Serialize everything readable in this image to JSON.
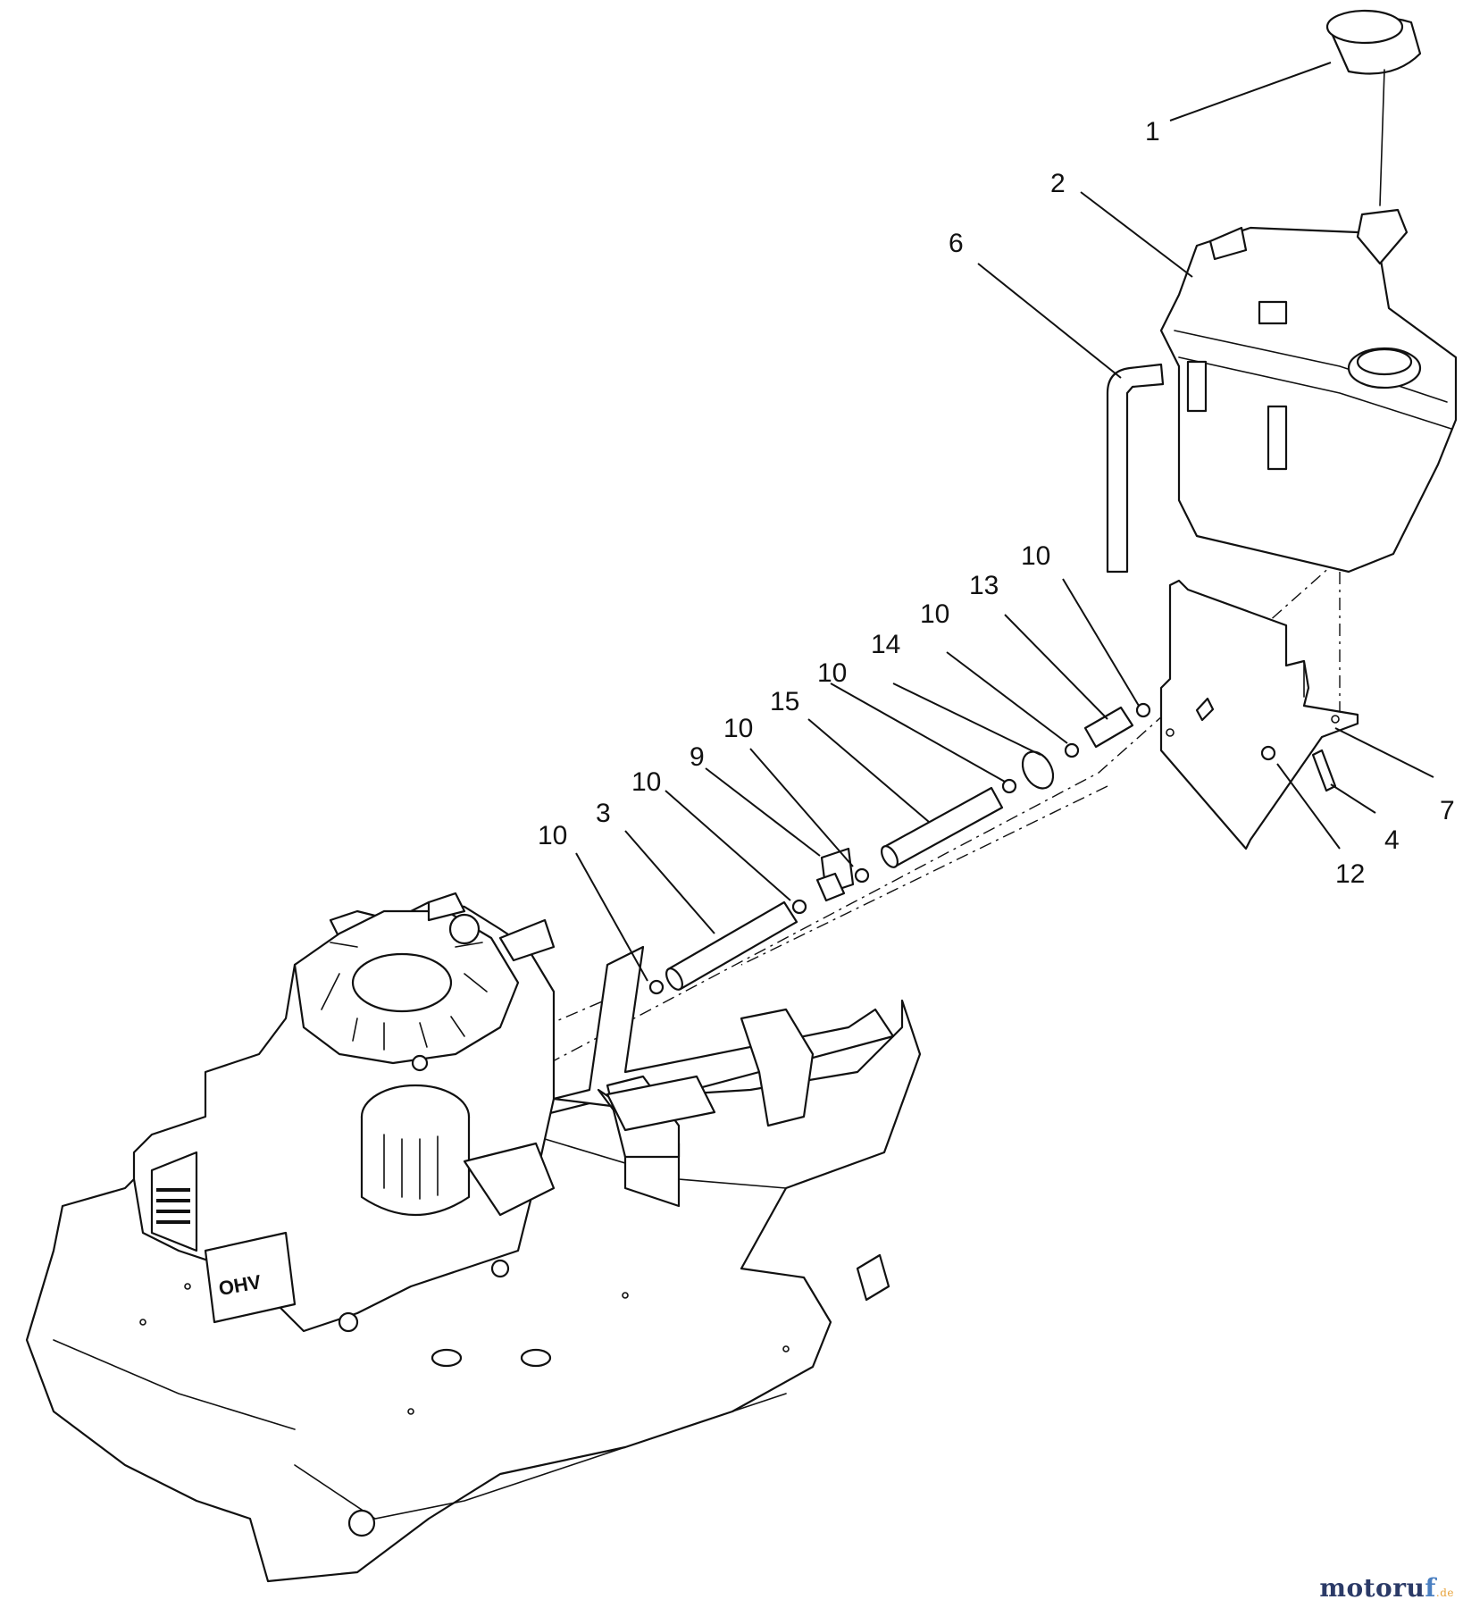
{
  "colors": {
    "line": "#111111",
    "background": "#ffffff",
    "watermark_dark": "#2b3a67",
    "watermark_accent": "#4a7fc1",
    "watermark_mark": "#e8a33a"
  },
  "callouts": [
    {
      "id": "c1",
      "label": "1"
    },
    {
      "id": "c2",
      "label": "2"
    },
    {
      "id": "c6",
      "label": "6"
    },
    {
      "id": "c10a",
      "label": "10"
    },
    {
      "id": "c13",
      "label": "13"
    },
    {
      "id": "c10b",
      "label": "10"
    },
    {
      "id": "c14",
      "label": "14"
    },
    {
      "id": "c10c",
      "label": "10"
    },
    {
      "id": "c15",
      "label": "15"
    },
    {
      "id": "c10d",
      "label": "10"
    },
    {
      "id": "c9",
      "label": "9"
    },
    {
      "id": "c10e",
      "label": "10"
    },
    {
      "id": "c3",
      "label": "3"
    },
    {
      "id": "c10f",
      "label": "10"
    },
    {
      "id": "c7",
      "label": "7"
    },
    {
      "id": "c4",
      "label": "4"
    },
    {
      "id": "c12",
      "label": "12"
    }
  ],
  "watermark": {
    "brand_a": "motoru",
    "brand_b": "f",
    "tld": ".de"
  }
}
